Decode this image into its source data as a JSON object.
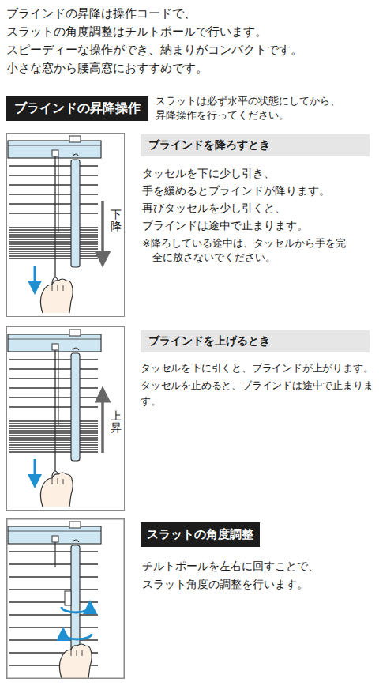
{
  "diagram": {
    "nodes": [
      {
        "text": [
          "ブラインドの昇降操作"
        ]
      },
      {
        "text": [
          "下降"
        ]
      },
      {
        "text": [
          "ブラインドを降ろすとき"
        ]
      },
      {
        "text": [
          "上昇"
        ]
      },
      {
        "text": [
          "ブラインドを上げるとき"
        ]
      },
      {
        "text": [
          "スラットの角度調整"
        ]
      }
    ],
    "labels": [
      "ブラインドの昇降は操作コードで、",
      "スラットの角度調整はチルトポールで行います。",
      "スピーディーな操作ができ、納まりがコンパクトです。",
      "小さな窓から腰高窓におすすめです。",
      "スラットは必ず水平の状態にしてから、昇降操作を行ってください。",
      "タッセルを下に少し引き、",
      "手を緩めるとブラインドが降ります。",
      "再びタッセルを少し引くと、",
      "ブラインドは途中で止まります。",
      "※降ろしている途中は、タッセルから手を完全に放さないでください。",
      "タッセルを下に引くと、ブラインドが上がります。",
      "タッセルを止めると、ブラインドは途中で止まります。",
      "チルトポールを左右に回すことで、",
      "スラット角度の調整を行います。"
    ]
  }
}
